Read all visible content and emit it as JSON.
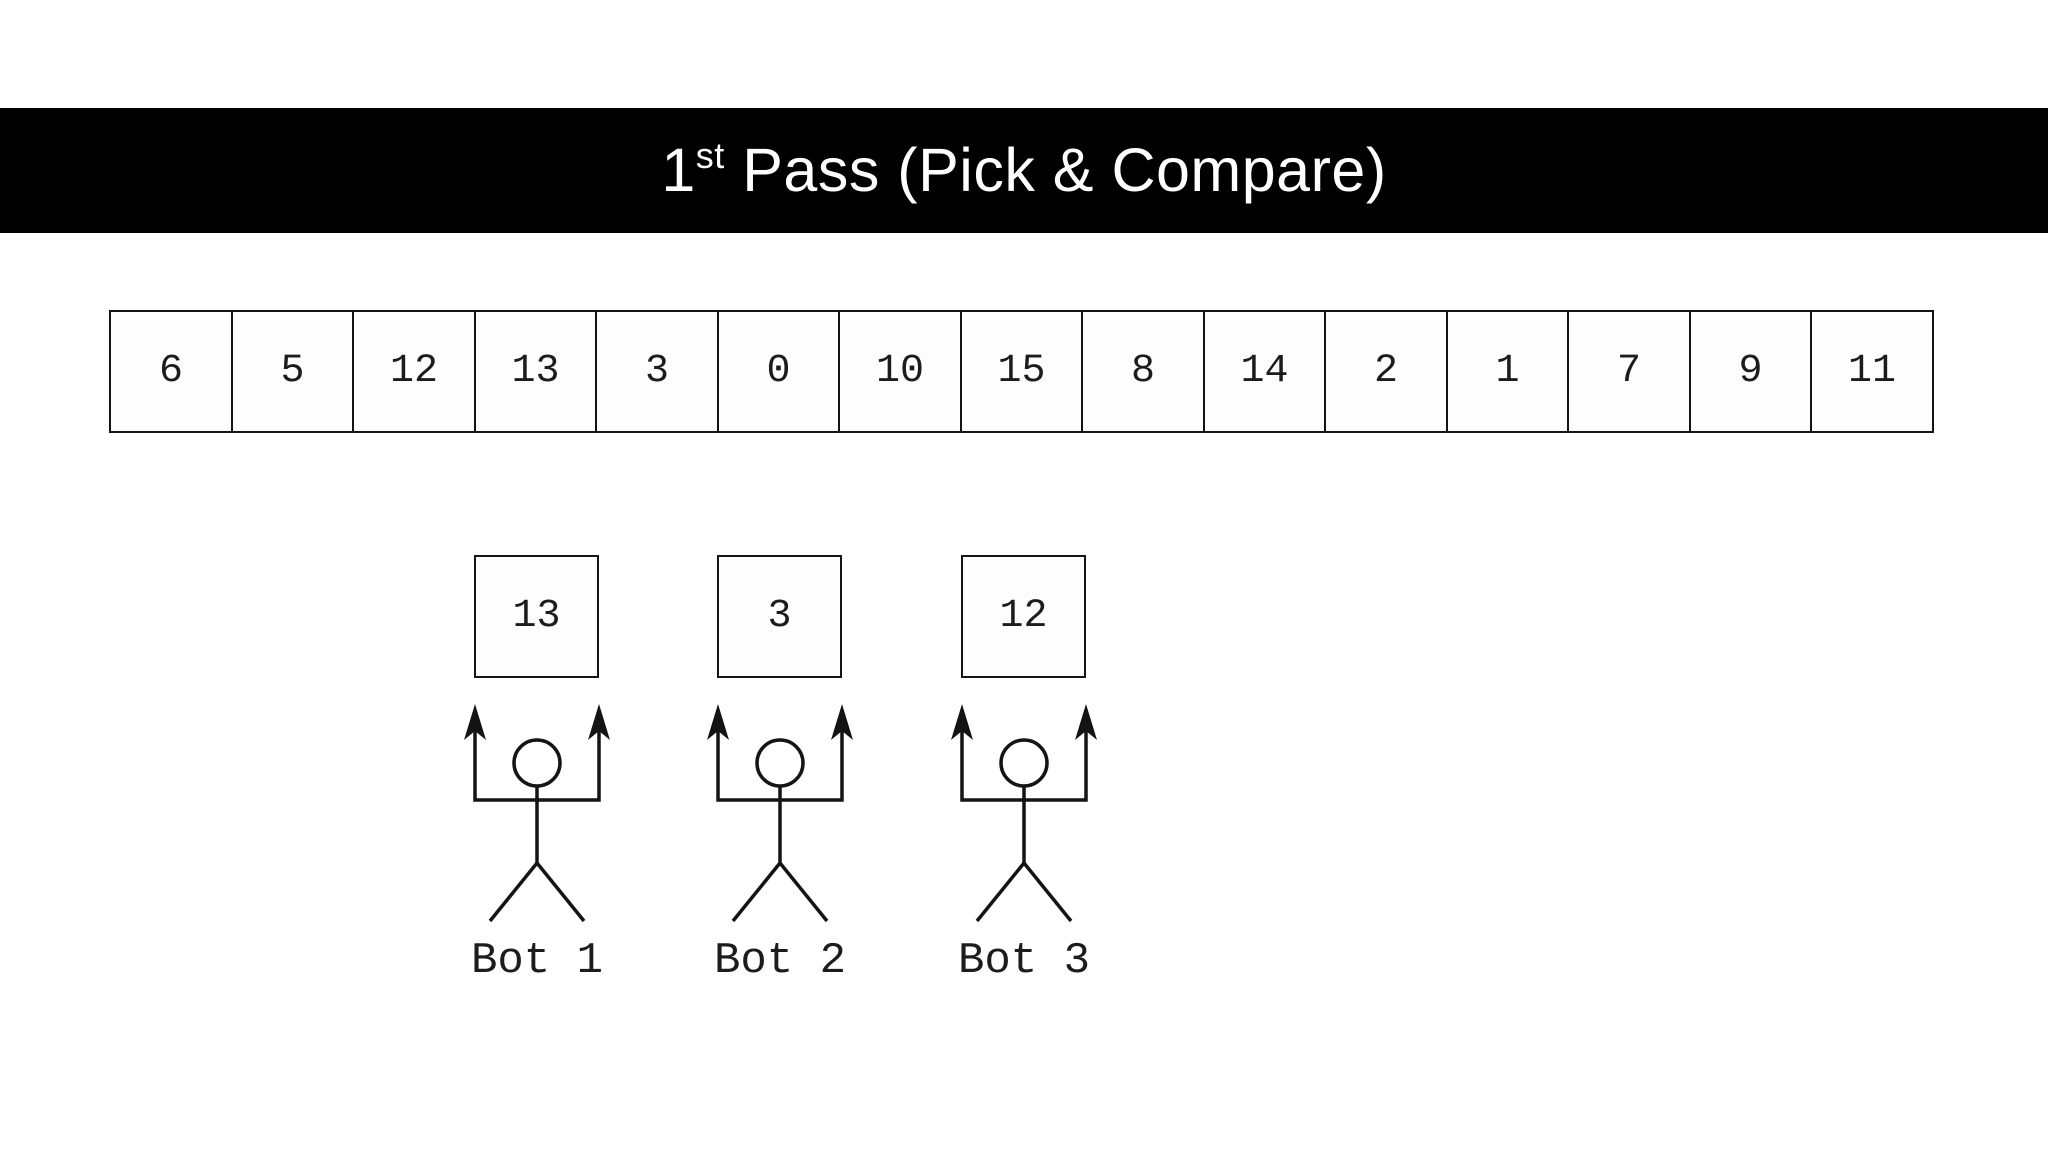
{
  "title": {
    "number": "1",
    "ordinal_suffix": "st",
    "rest": " Pass (Pick & Compare)"
  },
  "array": {
    "cells": [
      "6",
      "5",
      "12",
      "13",
      "3",
      "0",
      "10",
      "15",
      "8",
      "14",
      "2",
      "1",
      "7",
      "9",
      "11"
    ]
  },
  "bots": [
    {
      "label": "Bot 1",
      "picked_value": "13"
    },
    {
      "label": "Bot 2",
      "picked_value": "3"
    },
    {
      "label": "Bot 3",
      "picked_value": "12"
    }
  ],
  "colors": {
    "title_bar_bg": "#000000",
    "title_text": "#ffffff",
    "line": "#141414",
    "background": "#ffffff"
  }
}
